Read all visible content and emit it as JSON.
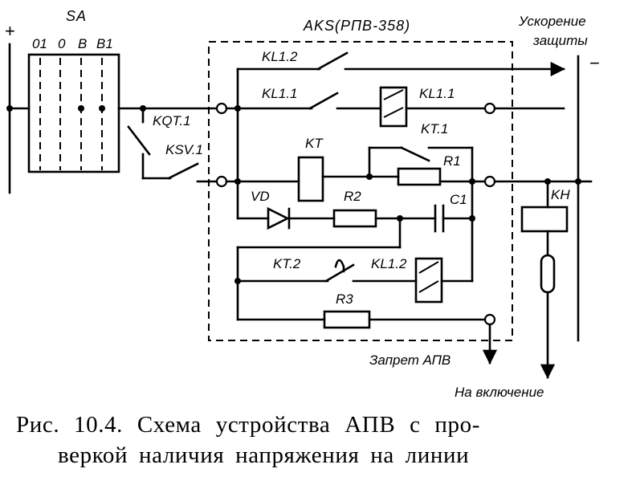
{
  "diagram": {
    "device_label": "AKS(РПВ-358)",
    "switch_label": "SA",
    "switch_positions": [
      "01",
      "0",
      "B",
      "B1"
    ],
    "plus_sign": "+",
    "minus_sign": "−",
    "contacts": {
      "kqt1": "KQT.1",
      "ksv1": "KSV.1",
      "kl12_top": "KL1.2",
      "kl11": "KL1.1",
      "kl11_coil": "KL1.1",
      "kt1": "KT.1",
      "kt": "KT",
      "r1": "R1",
      "vd": "VD",
      "r2": "R2",
      "c1": "C1",
      "kt2": "KT.2",
      "kl12_coil": "KL1.2",
      "r3": "R3",
      "kh": "KH"
    },
    "outputs": {
      "acceleration_line1": "Ускорение",
      "acceleration_line2": "защиты",
      "block": "Запрет АПВ",
      "close": "На включение"
    }
  },
  "caption": {
    "line1": "Рис. 10.4. Схема устройства АПВ с про-",
    "line2": "веркой наличия напряжения на линии"
  }
}
